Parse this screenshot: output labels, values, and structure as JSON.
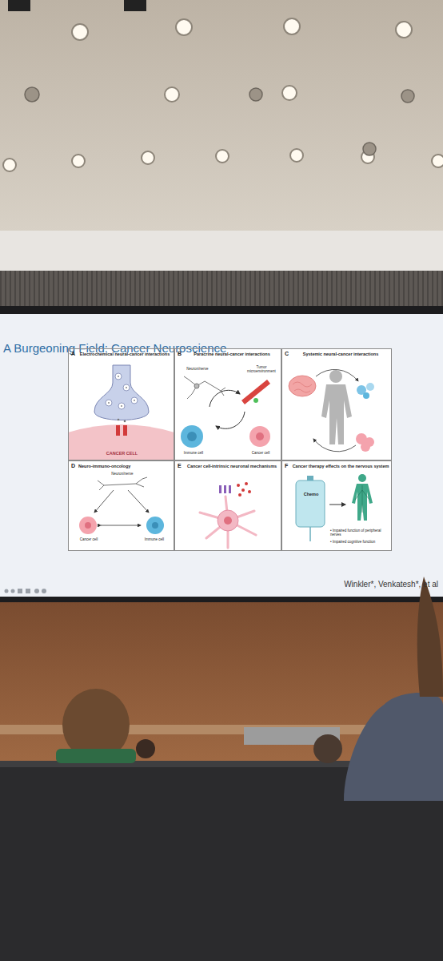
{
  "diagram": {
    "title": "A Burgeoning Field: Cancer Neuroscience",
    "nodes": [
      {
        "text": [
          "A",
          "Electrochemical neural-cancer interactions",
          "CANCER CELL"
        ]
      },
      {
        "text": [
          "B",
          "Paracrine neural-cancer interactions",
          "Neuron/nerve",
          "Tumor microenvironment",
          "Immune cell",
          "Cancer cell"
        ]
      },
      {
        "text": [
          "C",
          "Systemic neural-cancer interactions"
        ]
      },
      {
        "text": [
          "D",
          "Neuro-immuno-oncology",
          "Neuron/nerve",
          "Cancer cell",
          "Immune cell"
        ]
      },
      {
        "text": [
          "E",
          "Cancer cell-intrinsic neuronal mechanisms"
        ]
      },
      {
        "text": [
          "F",
          "Cancer therapy effects on the nervous system",
          "Chemo",
          "• Impaired function of peripheral nerves",
          "• Impaired cognitive function"
        ]
      }
    ],
    "labels": [
      "Winkler*, Venkatesh*, et al"
    ]
  }
}
